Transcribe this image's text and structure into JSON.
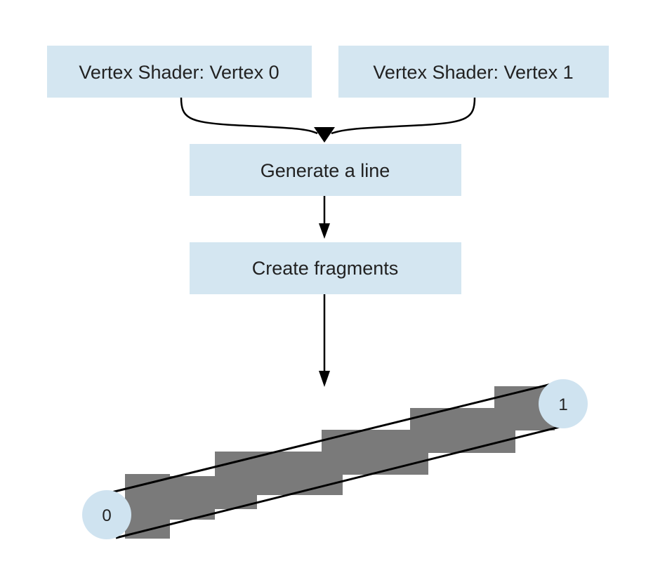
{
  "boxes": {
    "vertex_shader_0": "Vertex Shader: Vertex 0",
    "vertex_shader_1": "Vertex Shader: Vertex 1",
    "generate_line": "Generate a line",
    "create_fragments": "Create fragments"
  },
  "vertices": {
    "start": "0",
    "end": "1"
  },
  "colors": {
    "box_fill": "#d4e6f1",
    "fragment_fill": "#7a7a7a",
    "vertex_fill": "#cfe3f0",
    "arrow": "#000000"
  }
}
